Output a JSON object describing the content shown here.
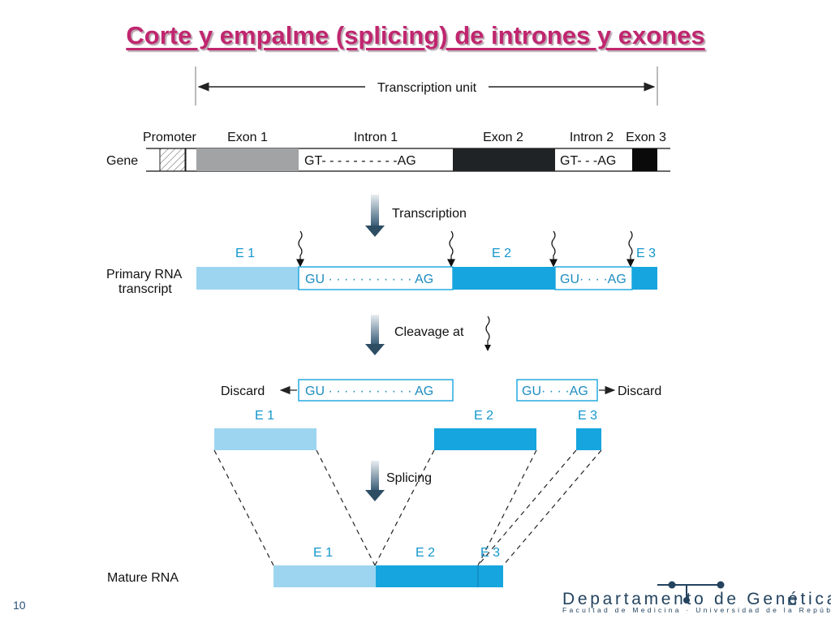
{
  "title": "Corte y empalme (splicing) de intrones y exones",
  "page_number": "10",
  "logo": {
    "main": "Departamento de Genética",
    "sub": "Facultad de Medicina · Universidad de la República"
  },
  "diagram": {
    "transcription_unit": "Transcription unit",
    "gene_row": {
      "label": "Gene",
      "headers": {
        "promoter": "Promoter",
        "exon1": "Exon 1",
        "intron1": "Intron 1",
        "exon2": "Exon 2",
        "intron2": "Intron 2",
        "exon3": "Exon 3"
      },
      "intron1_seq": "GT- - - - - - - - - -AG",
      "intron2_seq": "GT- - -AG"
    },
    "step_transcription": "Transcription",
    "primary_row": {
      "label_line1": "Primary RNA",
      "label_line2": "transcript",
      "e1": "E 1",
      "e2": "E 2",
      "e3": "E 3",
      "intron1_seq": "GU · · · · · · · · · · · AG",
      "intron2_seq": "GU· · · ·AG"
    },
    "step_cleavage": "Cleavage at",
    "discard_row": {
      "discard_left": "Discard",
      "discard_right": "Discard",
      "intron1_seq": "GU · · · · · · · · · · · AG",
      "intron2_seq": "GU· · · ·AG"
    },
    "exons_row": {
      "e1": "E 1",
      "e2": "E 2",
      "e3": "E 3"
    },
    "step_splicing": "Splicing",
    "mature_row": {
      "label": "Mature RNA",
      "e1": "E 1",
      "e2": "E 2",
      "e3": "E 3"
    }
  },
  "colors": {
    "title": "#c0266f",
    "exon1_gene": "#a1a3a5",
    "exon2_gene": "#202326",
    "exon3_gene": "#0a0a0a",
    "e1_rna": "#9dd5f0",
    "e2_rna": "#16a5de",
    "e3_rna": "#16a5de",
    "blue_text": "#1296cc"
  }
}
